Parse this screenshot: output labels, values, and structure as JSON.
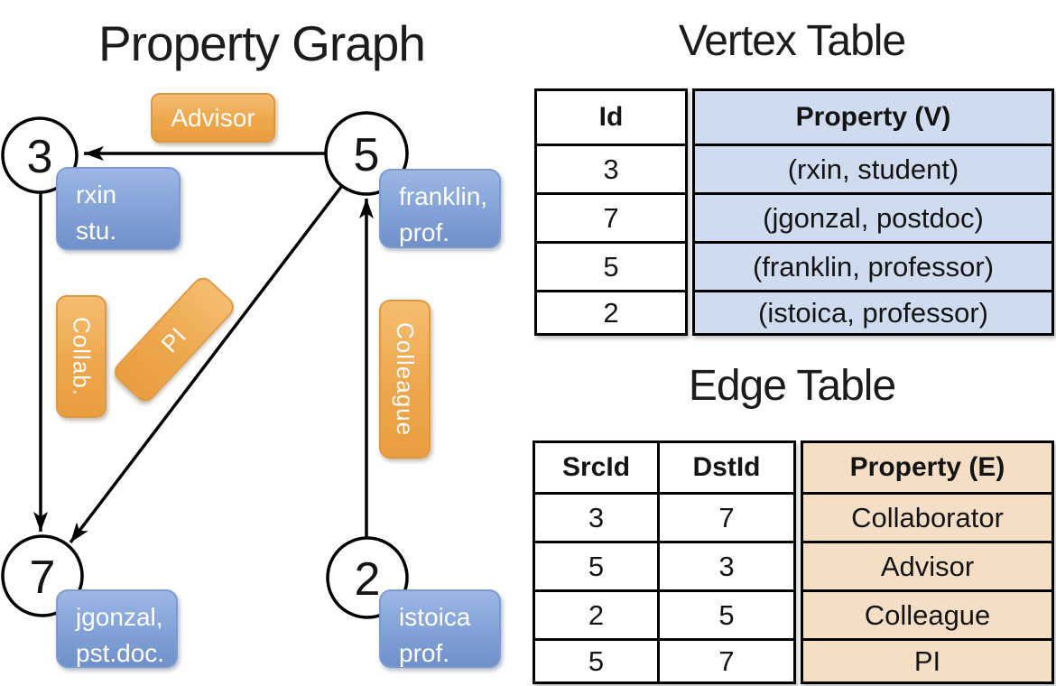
{
  "graph": {
    "title": "Property Graph",
    "nodes": [
      {
        "id": "3",
        "property_lines": [
          "rxin",
          "stu."
        ]
      },
      {
        "id": "5",
        "property_lines": [
          "franklin,",
          "prof."
        ]
      },
      {
        "id": "7",
        "property_lines": [
          "jgonzal,",
          "pst.doc."
        ]
      },
      {
        "id": "2",
        "property_lines": [
          "istoica",
          "prof."
        ]
      }
    ],
    "edge_labels": {
      "advisor": "Advisor",
      "collab": "Collab.",
      "pi": "PI",
      "colleague": "Colleague"
    }
  },
  "vertex_table": {
    "title": "Vertex Table",
    "columns": [
      "Id",
      "Property (V)"
    ],
    "rows": [
      [
        "3",
        "(rxin, student)"
      ],
      [
        "7",
        "(jgonzal, postdoc)"
      ],
      [
        "5",
        "(franklin, professor)"
      ],
      [
        "2",
        "(istoica, professor)"
      ]
    ]
  },
  "edge_table": {
    "title": "Edge Table",
    "columns": [
      "SrcId",
      "DstId",
      "Property (E)"
    ],
    "rows": [
      [
        "3",
        "7",
        "Collaborator"
      ],
      [
        "5",
        "3",
        "Advisor"
      ],
      [
        "2",
        "5",
        "Colleague"
      ],
      [
        "5",
        "7",
        "PI"
      ]
    ]
  },
  "colors": {
    "edge_label_orange": "#E99E3E",
    "property_box_blue": "#7E9DD3",
    "vertex_cell_blue": "#CFDBEE",
    "edge_cell_tan": "#F4DFC6",
    "line_black": "#000000"
  }
}
